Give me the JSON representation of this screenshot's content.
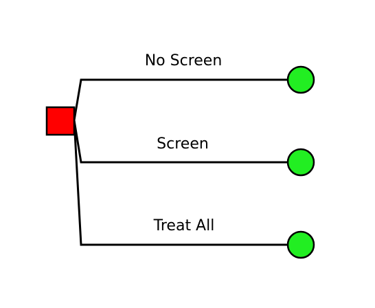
{
  "diagram": {
    "colors": {
      "background": "#ffffff",
      "decision_fill": "#ff0000",
      "chance_fill": "#22ee22",
      "line": "#000000"
    },
    "decision_node": {
      "icon": "red-square"
    },
    "branches": [
      {
        "label": "No Screen",
        "icon": "green-circle"
      },
      {
        "label": "Screen",
        "icon": "green-circle"
      },
      {
        "label": "Treat All",
        "icon": "green-circle"
      }
    ]
  }
}
